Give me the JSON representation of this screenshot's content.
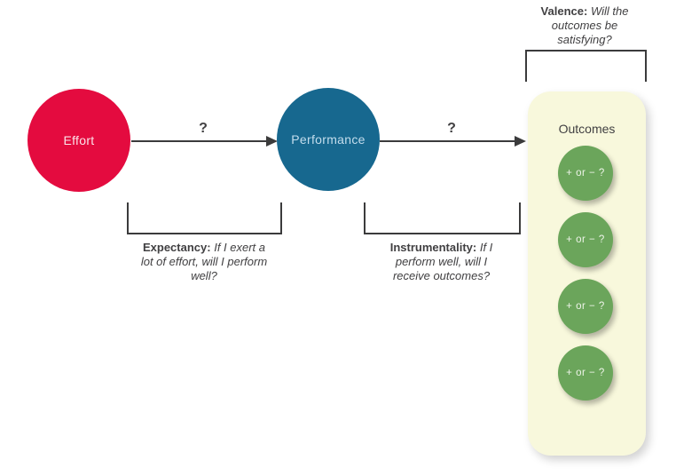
{
  "diagram": {
    "type": "flow-diagram",
    "topic": "Expectancy theory (Effort → Performance → Outcomes)"
  },
  "nodes": {
    "effort": {
      "label": "Effort",
      "color": "#e40b3f"
    },
    "performance": {
      "label": "Performance",
      "color": "#17688f"
    }
  },
  "arrows": {
    "effort_performance": {
      "question_mark": "?"
    },
    "performance_outcomes": {
      "question_mark": "?"
    }
  },
  "captions": {
    "expectancy": {
      "label": "Expectancy:",
      "text": "If I exert a lot of effort, will I perform well?"
    },
    "instrumentality": {
      "label": "Instrumentality:",
      "text": "If I perform well, will I receive outcomes?"
    },
    "valence": {
      "label": "Valence:",
      "text": "Will the outcomes be satisfying?"
    }
  },
  "outcomes": {
    "title": "Outcomes",
    "panel_color": "#f8f8dc",
    "circle_color": "#6ba55b",
    "items": [
      {
        "label": "+ or − ?"
      },
      {
        "label": "+ or − ?"
      },
      {
        "label": "+ or − ?"
      },
      {
        "label": "+ or − ?"
      }
    ]
  },
  "colors": {
    "background": "#ffffff",
    "text": "#414042",
    "line": "#3b3b3c"
  }
}
